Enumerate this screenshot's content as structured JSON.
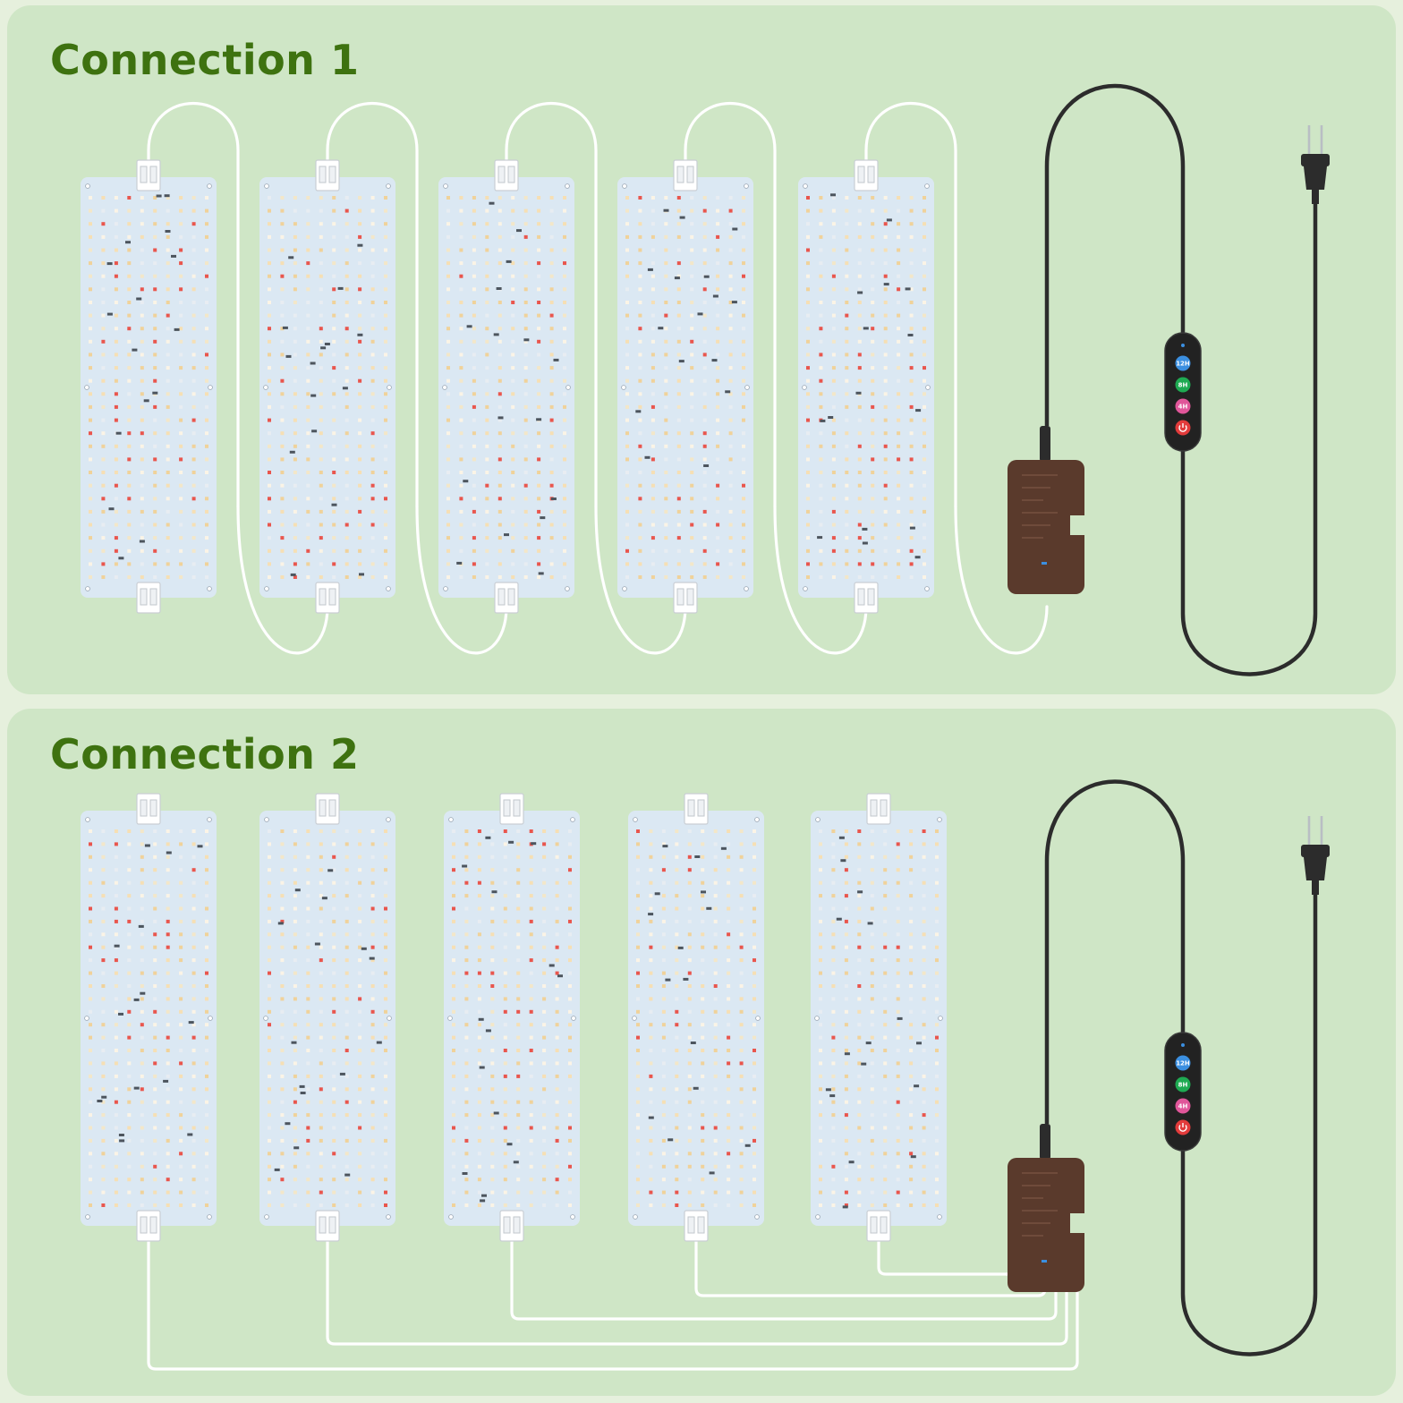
{
  "colors": {
    "background": "#e6f0dd",
    "panel": "#cfe6c6",
    "title": "#3e7210",
    "led_board": "#dbe8f3",
    "cable_white": "#ffffff",
    "cord_black": "#2c2c2c",
    "driver_box": "#5a3a2c",
    "button_blue": "#3b8fe0",
    "button_green": "#1faa52",
    "button_pink": "#e0569a",
    "button_red": "#e23b3b"
  },
  "connection_1": {
    "title": "Connection 1",
    "panel_count": 5,
    "wiring": "daisy-chain"
  },
  "connection_2": {
    "title": "Connection 2",
    "panel_count": 5,
    "wiring": "parallel"
  },
  "controller": {
    "buttons": [
      {
        "label": "12H",
        "color": "#3b8fe0"
      },
      {
        "label": "8H",
        "color": "#1faa52"
      },
      {
        "label": "4H",
        "color": "#e0569a"
      },
      {
        "label": "",
        "icon": "power-icon",
        "color": "#e23b3b"
      }
    ]
  }
}
